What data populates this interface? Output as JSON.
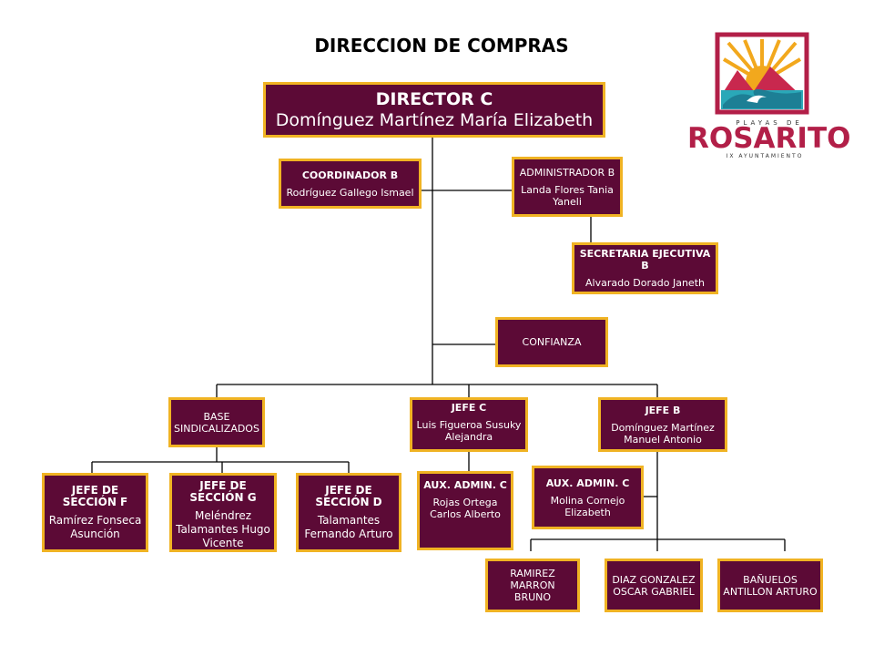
{
  "title": "DIRECCION DE COMPRAS",
  "logo": {
    "top_text": "PLAYAS DE",
    "main_text": "ROSARITO",
    "bottom_text": "IX AYUNTAMIENTO",
    "colors": {
      "border": "#b21f48",
      "sun": "#f2a81d",
      "sea": "#2aa8b8",
      "mountain": "#c8284e"
    }
  },
  "colors": {
    "box_fill": "#5c0a36",
    "box_border": "#f0b323",
    "text": "#ffffff",
    "lines": "#000000"
  },
  "nodes": {
    "director": {
      "role": "DIRECTOR C",
      "name": "Domínguez Martínez María Elizabeth"
    },
    "coordinador": {
      "role": "COORDINADOR B",
      "name": "Rodríguez Gallego Ismael"
    },
    "administrador": {
      "role": "ADMINISTRADOR B",
      "name": "Landa Flores Tania Yaneli"
    },
    "secretaria": {
      "role": "SECRETARIA EJECUTIVA B",
      "name": "Alvarado Dorado Janeth"
    },
    "confianza": {
      "role": "CONFIANZA"
    },
    "base": {
      "role": "BASE SINDICALIZADOS"
    },
    "jefe_c": {
      "role": "JEFE C",
      "name": "Luis Figueroa Susuky Alejandra"
    },
    "jefe_b": {
      "role": "JEFE B",
      "name": "Domínguez Martínez Manuel Antonio"
    },
    "jefe_seccion_f": {
      "role": "JEFE DE SECCIÓN F",
      "name": "Ramírez Fonseca Asunción"
    },
    "jefe_seccion_g": {
      "role": "JEFE DE SECCIÓN G",
      "name": "Meléndrez Talamantes Hugo Vicente"
    },
    "jefe_seccion_d": {
      "role": "JEFE DE SECCIÓN D",
      "name": "Talamantes Fernando Arturo"
    },
    "aux_admin_rojas": {
      "role": "AUX. ADMIN. C",
      "name": "Rojas Ortega Carlos Alberto"
    },
    "aux_admin_molina": {
      "role": "AUX. ADMIN. C",
      "name": "Molina Cornejo Elizabeth"
    },
    "ramirez": {
      "name": "RAMIREZ MARRON BRUNO"
    },
    "diaz": {
      "name": "DIAZ GONZALEZ OSCAR GABRIEL"
    },
    "banuelos": {
      "name": "BAÑUELOS ANTILLON ARTURO"
    }
  }
}
